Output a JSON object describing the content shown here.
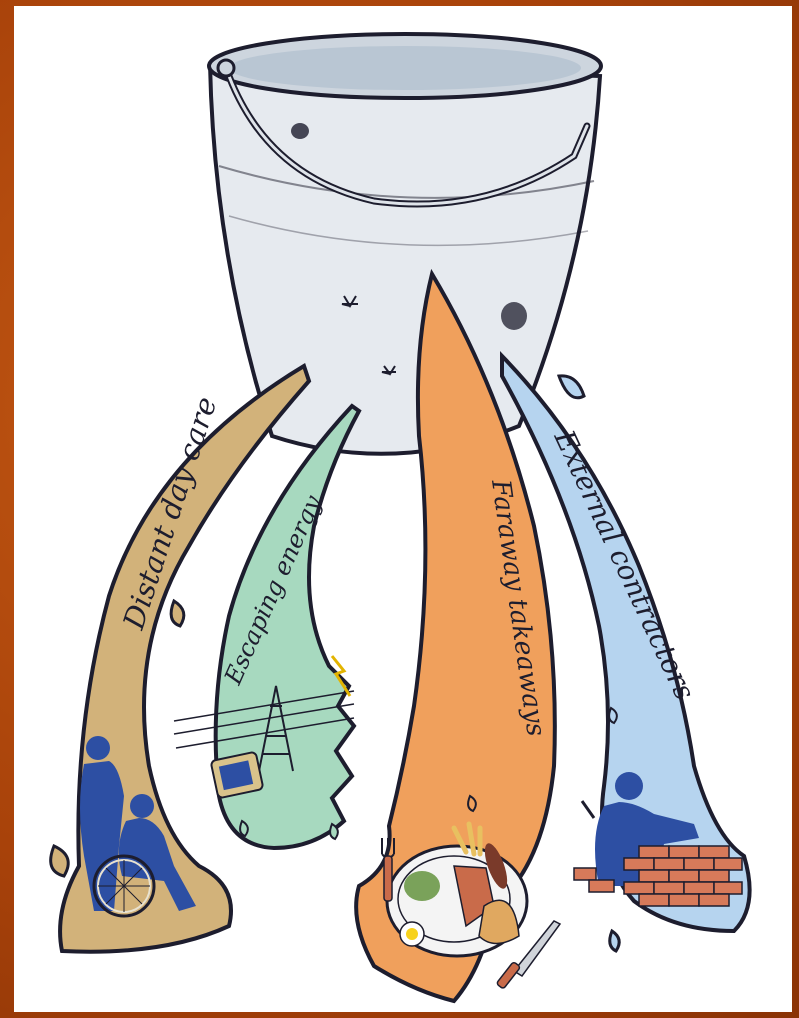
{
  "streams": [
    {
      "label": "Distant day care",
      "color": "#d2b27a"
    },
    {
      "label": "Escaping energy",
      "color": "#a7d9bf"
    },
    {
      "label": "Faraway takeaways",
      "color": "#f0a05c"
    },
    {
      "label": "External contractors",
      "color": "#b6d4ef"
    }
  ],
  "colors": {
    "frame": "#b24a0c",
    "bucket": "#e6eaef",
    "figures": "#2d4fa3",
    "outline": "#1d1d2e"
  }
}
